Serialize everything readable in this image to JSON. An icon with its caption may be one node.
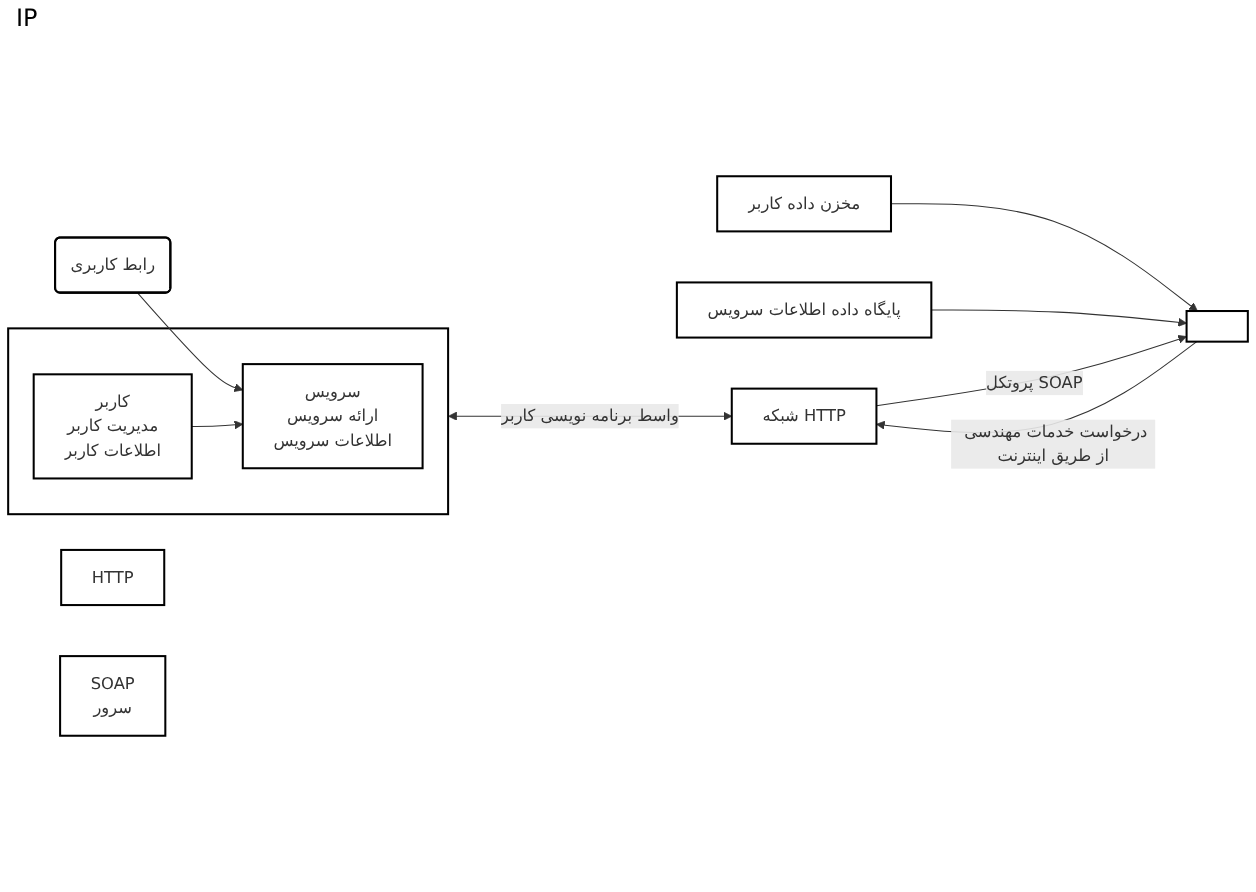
{
  "diagram": {
    "nodes": [
      {
        "text": [],
        "shape": "box"
      },
      {
        "text": [
          "سرویس",
          "ارائه سرویس",
          "اطلاعات سرویس"
        ],
        "in": 0
      },
      {
        "text": [
          "کاربر",
          "مدیریت کاربر",
          "اطلاعات کاربر"
        ],
        "in": 0
      },
      {
        "text": [
          "رابط کاربری"
        ]
      },
      {
        "text": [
          "شبکه HTTP"
        ]
      },
      {
        "text": [
          "HTTP"
        ]
      },
      {
        "text": [
          "پایگاه داده اطلاعات سرویس"
        ]
      },
      {
        "text": [
          "مخزن داده کاربر"
        ]
      },
      {
        "text": [
          "SOAP",
          "سرور"
        ]
      },
      {
        "text": [],
        "shape": "box"
      }
    ],
    "edges": [
      {
        "from": 3,
        "to": 1,
        "arrow": "to"
      },
      {
        "from": 2,
        "to": 1,
        "arrow": "to"
      },
      {
        "from": 0,
        "to": 4,
        "arrow": "both",
        "label": "واسط برنامه نویسی کاربر"
      },
      {
        "from": 7,
        "to": 9,
        "arrow": "to"
      },
      {
        "from": 6,
        "to": 9,
        "arrow": "to"
      },
      {
        "from": 9,
        "to": 4,
        "arrow": "to",
        "label": "درخواست خدمات مهندسی از طریق اینترنت"
      },
      {
        "from": 4,
        "to": 9,
        "arrow": "to",
        "label": "پروتکل SOAP"
      }
    ],
    "labels": [
      "IP"
    ]
  }
}
